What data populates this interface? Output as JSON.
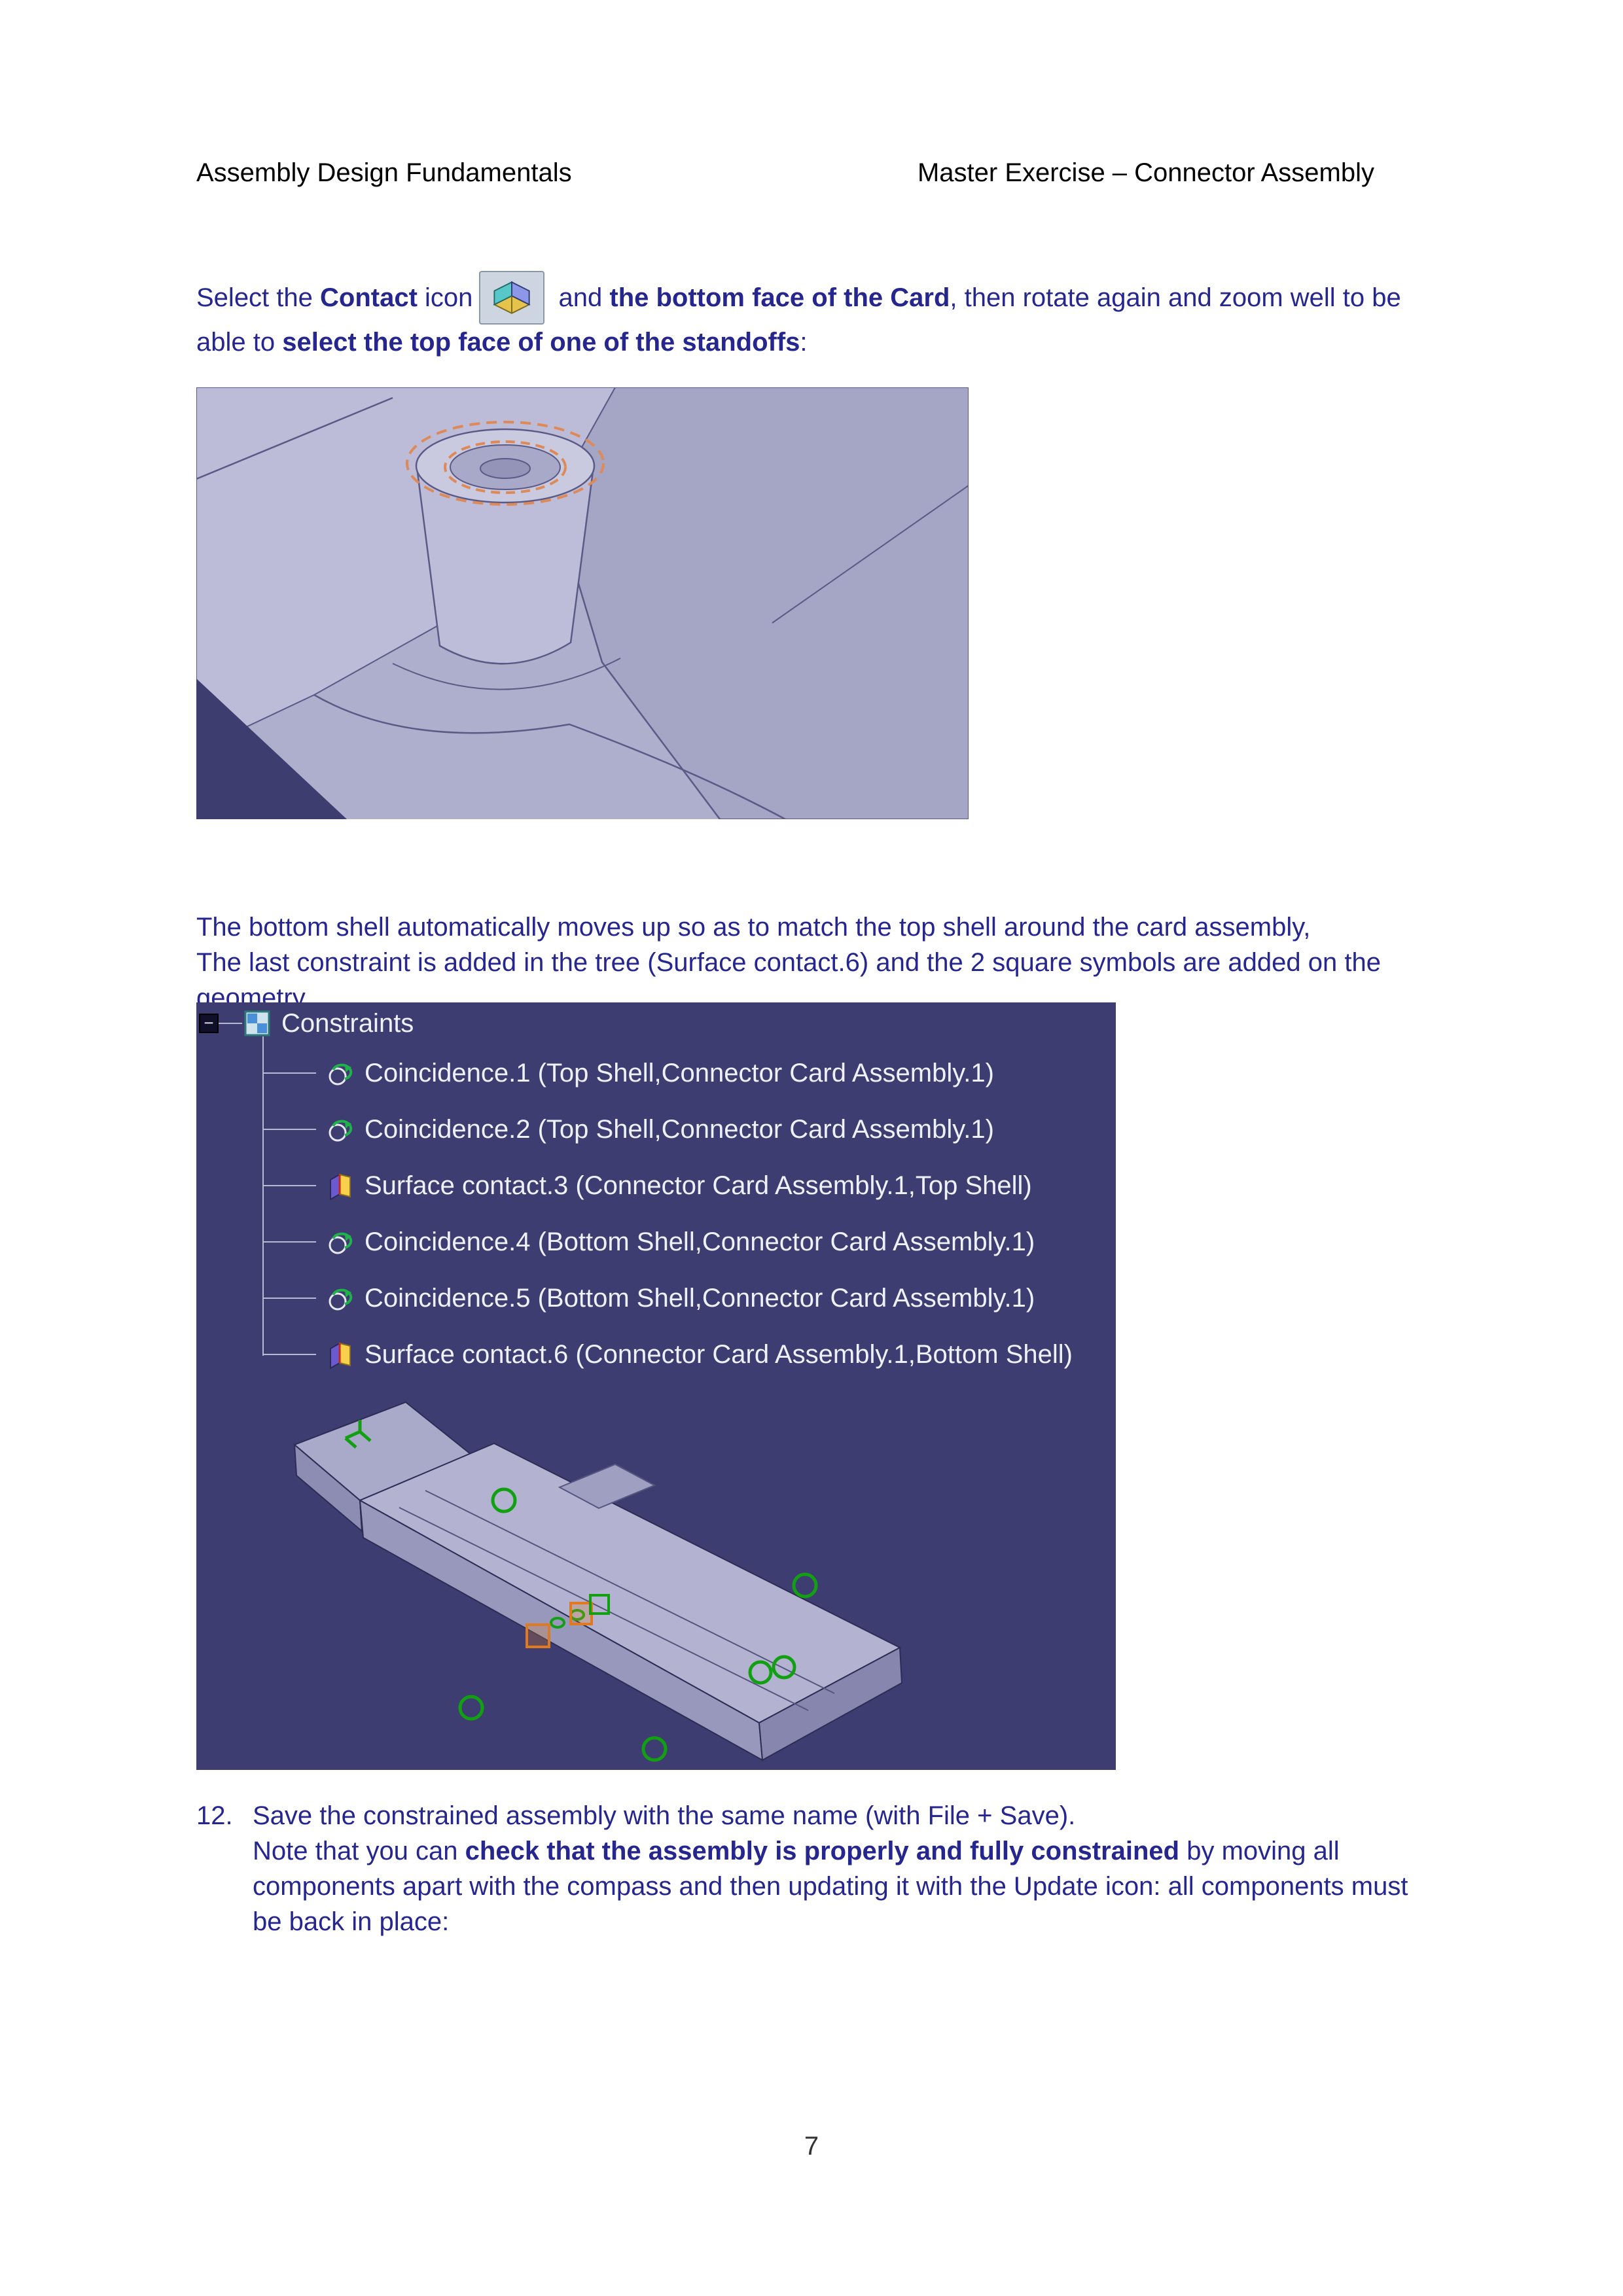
{
  "document": {
    "header_left": "Assembly Design Fundamentals",
    "header_right": "Master Exercise – Connector Assembly",
    "page_number": "7"
  },
  "intro": {
    "seg_select": "Select the ",
    "seg_contact": "Contact",
    "seg_icon": " icon",
    "contact_icon_name": "contact-constraint-icon",
    "seg_and": " and ",
    "seg_card": "the bottom face of the Card",
    "seg_rotate": ", then rotate again and zoom well to be",
    "seg_able": "able to ",
    "seg_standoffs": "select the top face of one of the standoffs",
    "seg_colon": ":"
  },
  "shell_note": {
    "line1": "The bottom shell automatically moves up so as to match the top shell around the card assembly,",
    "line2": "The last constraint is added in the tree (Surface contact.6) and the 2 square symbols are added on  the",
    "line3": "geometry"
  },
  "tree": {
    "root_label": "Constraints",
    "items": [
      {
        "type": "coincidence",
        "label": "Coincidence.1 (Top Shell,Connector Card Assembly.1)"
      },
      {
        "type": "coincidence",
        "label": "Coincidence.2 (Top Shell,Connector Card Assembly.1)"
      },
      {
        "type": "surface-contact",
        "label": "Surface contact.3 (Connector Card Assembly.1,Top Shell)"
      },
      {
        "type": "coincidence",
        "label": "Coincidence.4 (Bottom Shell,Connector Card Assembly.1)"
      },
      {
        "type": "coincidence",
        "label": "Coincidence.5 (Bottom Shell,Connector Card Assembly.1)"
      },
      {
        "type": "surface-contact",
        "label": "Surface contact.6 (Connector Card Assembly.1,Bottom Shell)"
      }
    ]
  },
  "step12": {
    "number": "12.",
    "line1": "Save the constrained assembly with the same name (with File + Save).",
    "note_pre": "Note that you can ",
    "note_bold": "check that the assembly is properly and fully constrained",
    "note_post": " by moving all",
    "note_line2": "components apart with the compass and then updating it with the Update icon: all components must",
    "note_line3": "be back in place:"
  },
  "colors": {
    "body_text": "#26268f",
    "header_text": "#000000",
    "screenshot_background": "#3d3d72",
    "model_surface": "#b3b3d1",
    "selection_highlight_orange": "#dd8a58",
    "constraint_symbol_green": "#128812"
  }
}
